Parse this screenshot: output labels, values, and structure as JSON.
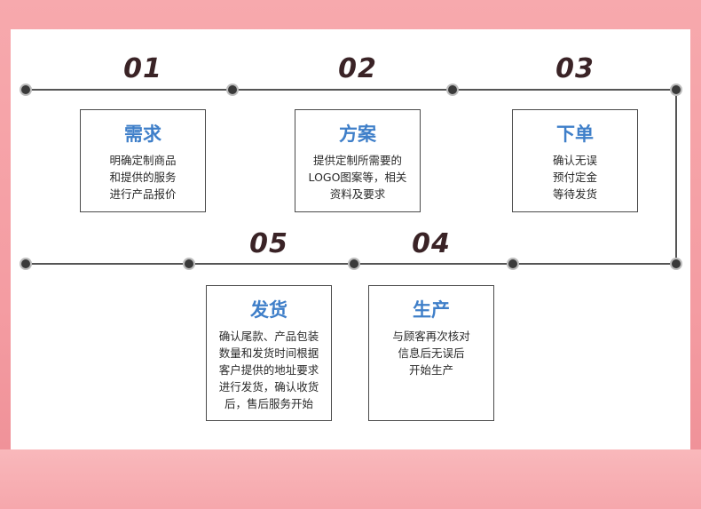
{
  "steps": [
    {
      "number": "01",
      "title": "需求",
      "lines": [
        "明确定制商品",
        "和提供的服务",
        "进行产品报价"
      ]
    },
    {
      "number": "02",
      "title": "方案",
      "lines": [
        "提供定制所需要的",
        "LOGO图案等，相关",
        "资料及要求"
      ]
    },
    {
      "number": "03",
      "title": "下单",
      "lines": [
        "确认无误",
        "预付定金",
        "等待发货"
      ]
    },
    {
      "number": "04",
      "title": "生产",
      "lines": [
        "与顾客再次核对",
        "信息后无误后",
        "开始生产"
      ]
    },
    {
      "number": "05",
      "title": "发货",
      "lines": [
        "确认尾款、产品包装",
        "数量和发货时间根据",
        "客户提供的地址要求",
        "进行发货，确认收货",
        "后，售后服务开始"
      ]
    }
  ]
}
